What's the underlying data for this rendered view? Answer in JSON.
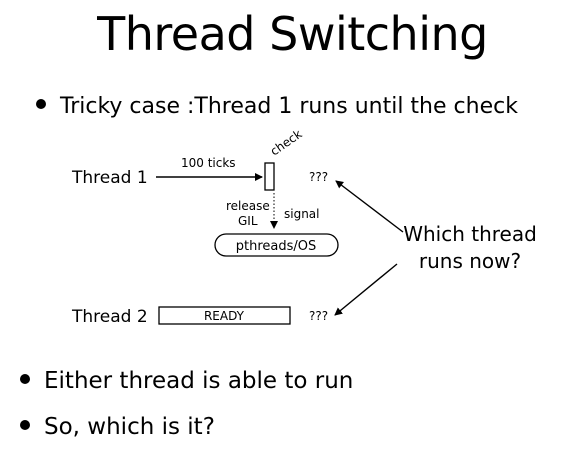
{
  "title": "Thread Switching",
  "bullets": [
    "Tricky case :Thread 1 runs until the check",
    "Either thread is able to run",
    "So, which is it?"
  ],
  "diagram": {
    "thread1_label": "Thread 1",
    "thread2_label": "Thread 2",
    "ticks_label": "100 ticks",
    "check_label": "check",
    "release_label": "release",
    "gil_label": "GIL",
    "signal_label": "signal",
    "pthreads_label": "pthreads/OS",
    "ready_label": "READY",
    "unknown_top": "???",
    "unknown_bottom": "???",
    "question_line1": "Which thread",
    "question_line2": "runs now?"
  }
}
